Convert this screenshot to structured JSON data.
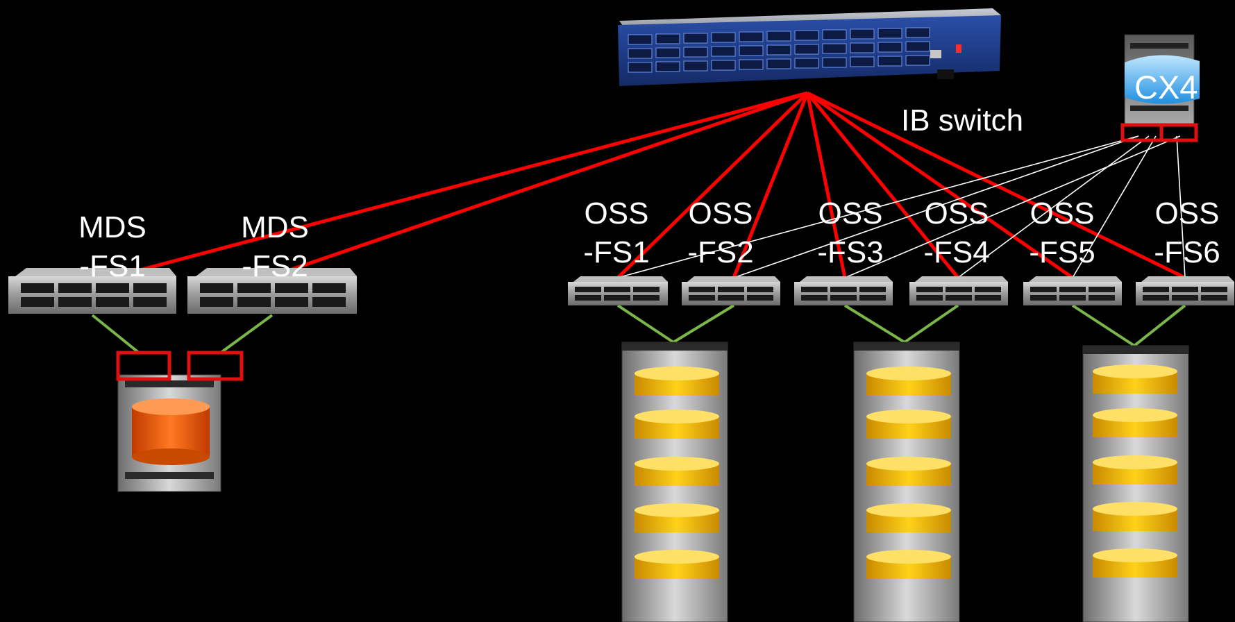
{
  "labels": {
    "ib_switch": "IB switch",
    "cx4": "CX4",
    "mds1_line1": "MDS",
    "mds1_line2": "-FS1",
    "mds2_line1": "MDS",
    "mds2_line2": "-FS2",
    "oss1_line1": "OSS",
    "oss1_line2": "-FS1",
    "oss2_line1": "OSS",
    "oss2_line2": "-FS2",
    "oss3_line1": "OSS",
    "oss3_line2": "-FS3",
    "oss4_line1": "OSS",
    "oss4_line2": "-FS4",
    "oss5_line1": "OSS",
    "oss5_line2": "-FS5",
    "oss6_line1": "OSS",
    "oss6_line2": "-FS6"
  },
  "colors": {
    "background": "#000000",
    "ib_link": "#ff0000",
    "cx4_link": "#ffffff",
    "storage_link": "#7ab648",
    "switch_body": "#1f3f8f",
    "mds_disk": "#f06010",
    "oss_disk": "#e8b000",
    "port_box": "#e01010"
  },
  "icons": [
    "ib-switch-icon",
    "cx4-storage-icon",
    "server-icon",
    "storage-rack-icon",
    "disk-icon"
  ]
}
